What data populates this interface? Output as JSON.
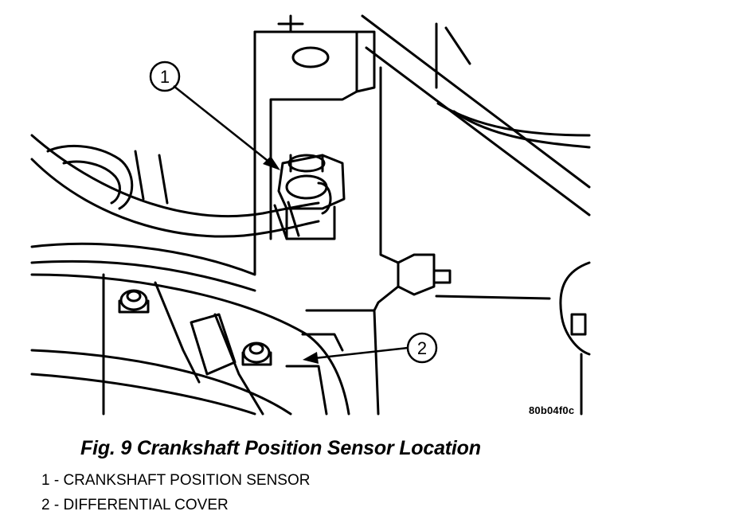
{
  "figure": {
    "code": "80b04f0c",
    "callouts": [
      "1",
      "2"
    ]
  },
  "caption": {
    "title": "Fig. 9 Crankshaft Position Sensor Location"
  },
  "legend": {
    "items": [
      {
        "label": "1 - CRANKSHAFT POSITION SENSOR"
      },
      {
        "label": "2 - DIFFERENTIAL COVER"
      }
    ]
  }
}
